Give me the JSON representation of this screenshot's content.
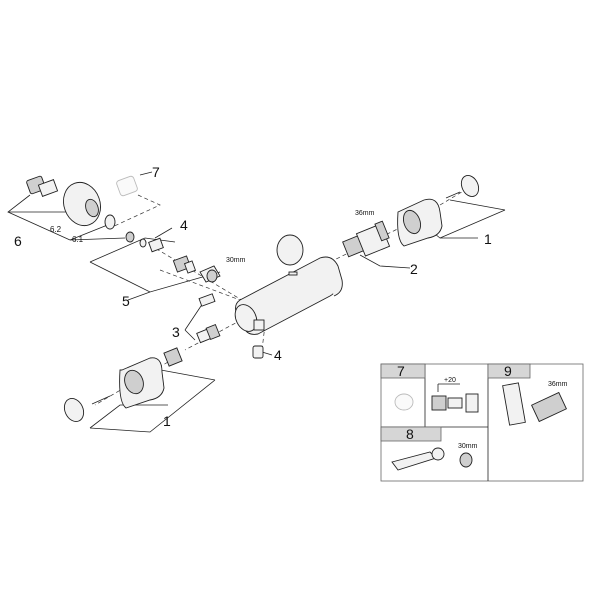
{
  "callouts": {
    "c1_top": "1",
    "c1_bottom": "1",
    "c2": "2",
    "c3": "3",
    "c4_top": "4",
    "c4_bottom": "4",
    "c5": "5",
    "c6": "6",
    "c7": "7"
  },
  "sub_labels": {
    "s62": "6.2",
    "s61": "6.1"
  },
  "dims": {
    "mm36_main": "36mm",
    "mm30_main": "30mm",
    "plus20": "+20",
    "mm36_inset": "36mm",
    "mm30_inset": "30mm"
  },
  "inset": {
    "n7": "7",
    "n8": "8",
    "n9": "9"
  }
}
